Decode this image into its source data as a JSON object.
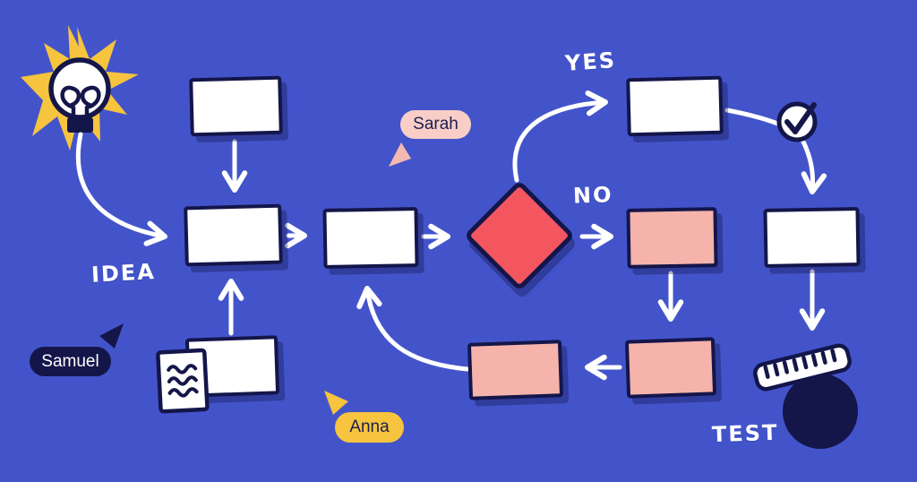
{
  "canvas": {
    "background_color": "#4354cb"
  },
  "palette": {
    "navy": "#14164a",
    "white": "#ffffff",
    "decision_red": "#f4565f",
    "node_pink": "#f5b3ab",
    "pill_light_pink": "#f8cec7",
    "star_yellow": "#f6c43e",
    "connector_white": "#ffffff"
  },
  "flow_labels": {
    "idea": "IDEA",
    "yes": "YES",
    "no": "NO",
    "test": "TEST"
  },
  "collaborators": [
    {
      "name": "Sarah",
      "pill_color": "#f8cec7",
      "text_color": "#1d1e52",
      "cursor_color": "#f4b9b0"
    },
    {
      "name": "Samuel",
      "pill_color": "#14164a",
      "text_color": "#ffffff",
      "cursor_color": "#14164a"
    },
    {
      "name": "Anna",
      "pill_color": "#f6c43e",
      "text_color": "#1d1e52",
      "cursor_color": "#f6c43e"
    }
  ],
  "nodes": [
    {
      "id": "top-process",
      "kind": "process",
      "fill": "#ffffff"
    },
    {
      "id": "main-process-1",
      "kind": "process",
      "fill": "#ffffff"
    },
    {
      "id": "main-process-2",
      "kind": "process",
      "fill": "#ffffff"
    },
    {
      "id": "decision",
      "kind": "decision",
      "fill": "#f4565f"
    },
    {
      "id": "yes-process",
      "kind": "process",
      "fill": "#ffffff"
    },
    {
      "id": "no-process",
      "kind": "process",
      "fill": "#f5b3ab"
    },
    {
      "id": "right-process",
      "kind": "process",
      "fill": "#ffffff"
    },
    {
      "id": "bottom-left-process",
      "kind": "process",
      "fill": "#ffffff"
    },
    {
      "id": "bottom-center-process",
      "kind": "process",
      "fill": "#f5b3ab"
    },
    {
      "id": "bottom-right-process",
      "kind": "process",
      "fill": "#f5b3ab"
    }
  ],
  "icons": [
    {
      "name": "idea-burst-icon"
    },
    {
      "name": "lightbulb-icon"
    },
    {
      "name": "check-icon"
    },
    {
      "name": "document-icon"
    },
    {
      "name": "ruler-icon"
    },
    {
      "name": "dark-circle-shape"
    },
    {
      "name": "cursor-icon"
    }
  ]
}
